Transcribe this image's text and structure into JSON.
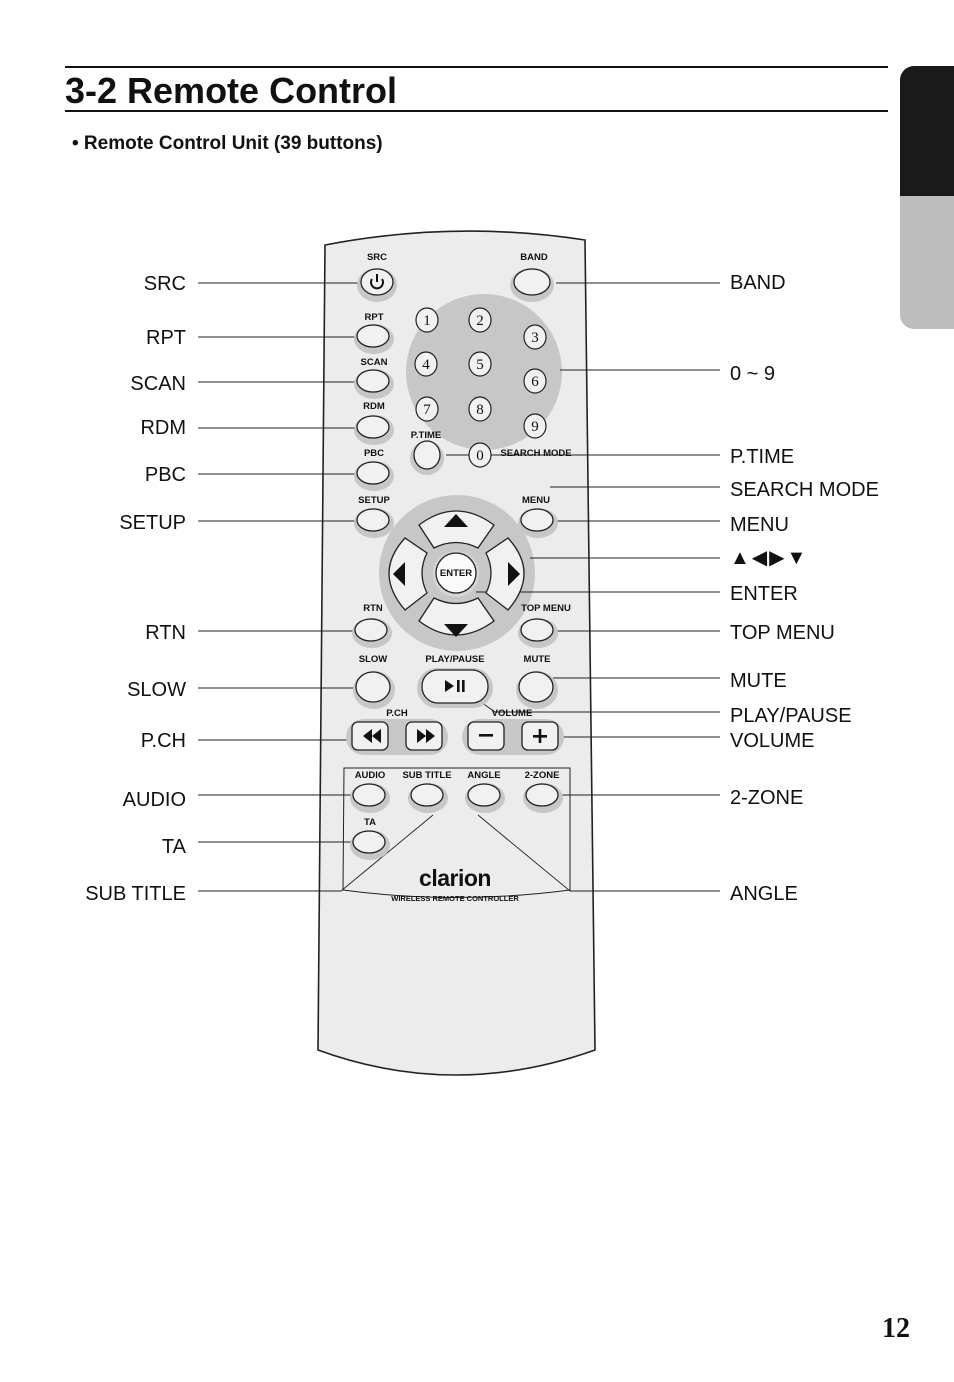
{
  "header": {
    "title": "3-2 Remote Control",
    "subtitle": "• Remote Control Unit (39 buttons)",
    "page_number": "12"
  },
  "left_labels": {
    "src": "SRC",
    "rpt": "RPT",
    "scan": "SCAN",
    "rdm": "RDM",
    "pbc": "PBC",
    "setup": "SETUP",
    "rtn": "RTN",
    "slow": "SLOW",
    "pch": "P.CH",
    "audio": "AUDIO",
    "ta": "TA",
    "subtitle": "SUB TITLE"
  },
  "right_labels": {
    "band": "BAND",
    "digits": "0 ~ 9",
    "ptime": "P.TIME",
    "search_mode": "SEARCH MODE",
    "menu": "MENU",
    "arrows": "▲◀▶▼",
    "enter": "ENTER",
    "top_menu": "TOP MENU",
    "mute": "MUTE",
    "play_pause": "PLAY/PAUSE",
    "volume": "VOLUME",
    "two_zone": "2-ZONE",
    "angle": "ANGLE"
  },
  "remote": {
    "src": "SRC",
    "band": "BAND",
    "rpt": "RPT",
    "scan": "SCAN",
    "rdm": "RDM",
    "ptime": "P.TIME",
    "pbc": "PBC",
    "search_mode": "SEARCH MODE",
    "setup": "SETUP",
    "menu": "MENU",
    "enter": "ENTER",
    "rtn": "RTN",
    "top_menu": "TOP MENU",
    "slow": "SLOW",
    "play_pause": "PLAY/PAUSE",
    "mute": "MUTE",
    "pch": "P.CH",
    "volume": "VOLUME",
    "audio": "AUDIO",
    "subtitle": "SUB TITLE",
    "angle": "ANGLE",
    "two_zone": "2-ZONE",
    "ta": "TA",
    "brand": "clarion",
    "model": "WIRELESS REMOTE CONTROLLER",
    "digits": [
      "1",
      "2",
      "3",
      "4",
      "5",
      "6",
      "7",
      "8",
      "9",
      "0"
    ]
  },
  "colors": {
    "remote_body": "#e9e9e9",
    "button_well": "#c4c4c4",
    "button": "#f1f1f1",
    "ink": "#111111"
  }
}
